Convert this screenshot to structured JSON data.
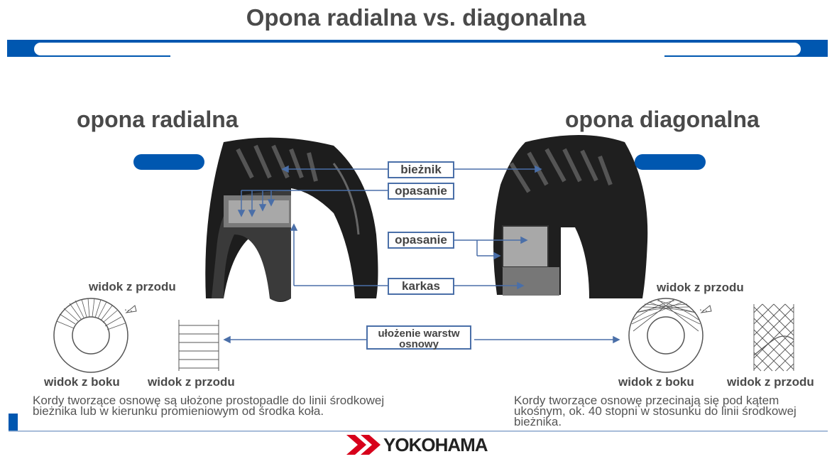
{
  "title": "Opona radialna vs. diagonalna",
  "left": {
    "heading": "opona radialna",
    "front_view_top": "widok z przodu",
    "side_view": "widok z boku",
    "front_view": "widok z przodu",
    "description": "Kordy tworzące osnowę są ułożone prostopadle do linii środkowej bieżnika lub w kierunku promieniowym od środka koła."
  },
  "right": {
    "heading": "opona diagonalna",
    "front_view_top": "widok z przodu",
    "side_view": "widok z boku",
    "front_view": "widok z przodu",
    "description": "Kordy tworzące osnowę przecinają się pod kątem ukośnym, ok. 40 stopni w stosunku do linii środkowej bieżnika."
  },
  "labels": {
    "tread": "bieżnik",
    "belt_1": "opasanie",
    "belt_2": "opasanie",
    "carcass": "karkas",
    "ply_line1": "ułożenie warstw",
    "ply_line2": "osnowy"
  },
  "logo": {
    "text": "YOKOHAMA"
  },
  "colors": {
    "accent": "#0057b0",
    "label_border": "#4a6fa8",
    "logo_red": "#d7001b"
  }
}
